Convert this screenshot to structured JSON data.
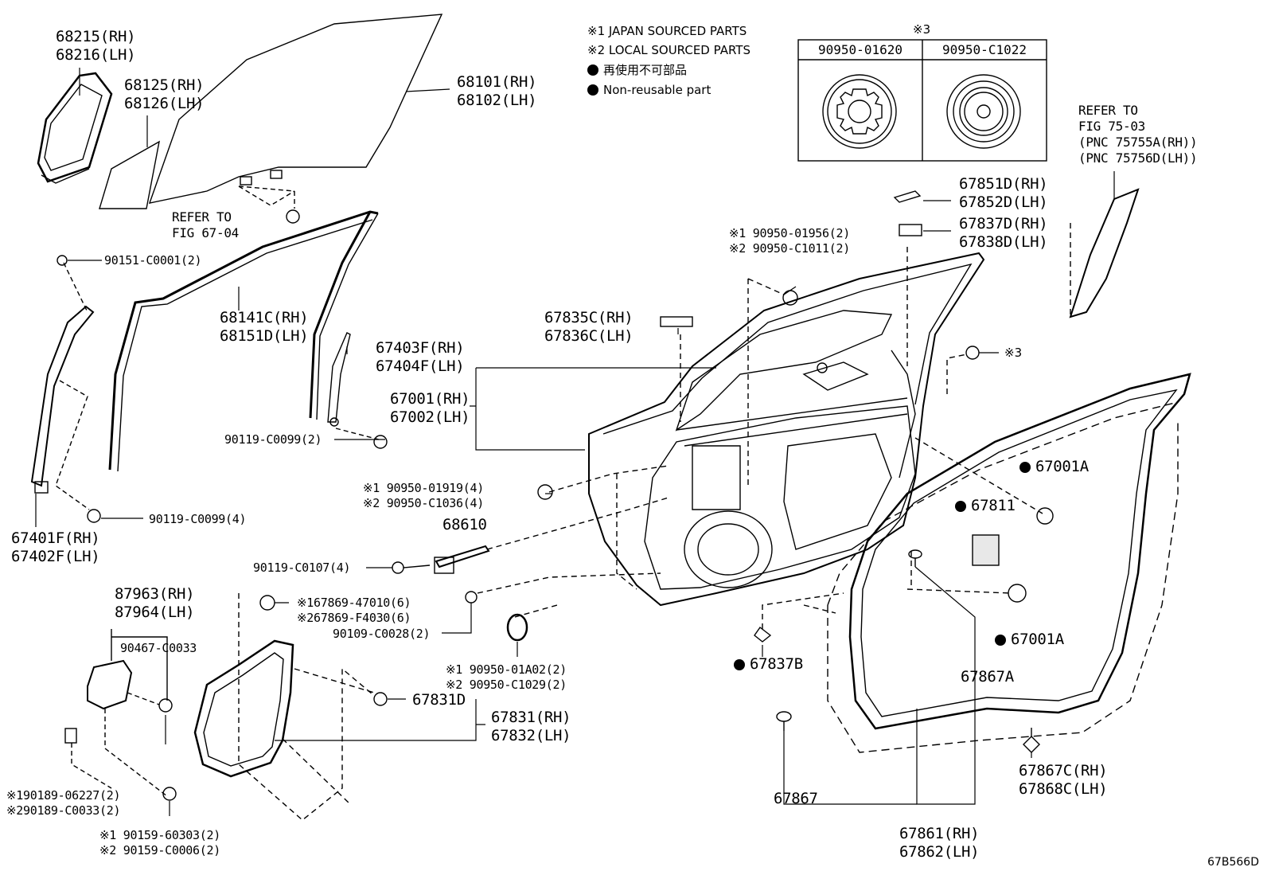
{
  "legend": {
    "line1": "※1 JAPAN SOURCED PARTS",
    "line2": "※2 LOCAL SOURCED PARTS",
    "line3": "再使用不可部品",
    "line4": "Non-reusable part"
  },
  "ref_table": {
    "mark": "※3",
    "col1": "90950-01620",
    "col2": "90950-C1022"
  },
  "labels": {
    "p68215": "68215(RH)\n68216(LH)",
    "p68125": "68125(RH)\n68126(LH)",
    "p68101": "68101(RH)\n68102(LH)",
    "ref6704": "REFER TO\nFIG 67-04",
    "p90151": "90151-C0001(2)",
    "p68141": "68141C(RH)\n68151D(LH)",
    "p67403": "67403F(RH)\n67404F(LH)",
    "p90119a": "90119-C0099(2)",
    "p67001": "67001(RH)\n67002(LH)",
    "p67835": "67835C(RH)\n67836C(LH)",
    "p90950_01956": "※1 90950-01956(2)\n※2 90950-C1011(2)",
    "p67851": "67851D(RH)\n67852D(LH)",
    "p67837d": "67837D(RH)\n67838D(LH)",
    "ref7503": "REFER TO\nFIG 75-03\n(PNC 75755A(RH))\n(PNC 75756D(LH))",
    "mark3": "※3",
    "p67001a1": "67001A",
    "p67811": "67811",
    "p67001a2": "67001A",
    "p90950_01919": "※1 90950-01919(4)\n※2 90950-C1036(4)",
    "p68610": "68610",
    "p90119b": "90119-C0099(4)",
    "p67401": "67401F(RH)\n67402F(LH)",
    "p90119c": "90119-C0107(4)",
    "p87963": "87963(RH)\n87964(LH)",
    "p90467": "90467-C0033",
    "p67869": "※167869-47010(6)\n※267869-F4030(6)",
    "p90109": "90109-C0028(2)",
    "p90950_01a02": "※1 90950-01A02(2)\n※2 90950-C1029(2)",
    "p67837b": "67837B",
    "p67867a": "67867A",
    "p67831d": "67831D",
    "p67831": "67831(RH)\n67832(LH)",
    "p90189": "※190189-06227(2)\n※290189-C0033(2)",
    "p90159": "※1 90159-60303(2)\n※2 90159-C0006(2)",
    "p67867": "67867",
    "p67867c": "67867C(RH)\n67868C(LH)",
    "p67861": "67861(RH)\n67862(LH)"
  },
  "diagram_code": "67B566D"
}
